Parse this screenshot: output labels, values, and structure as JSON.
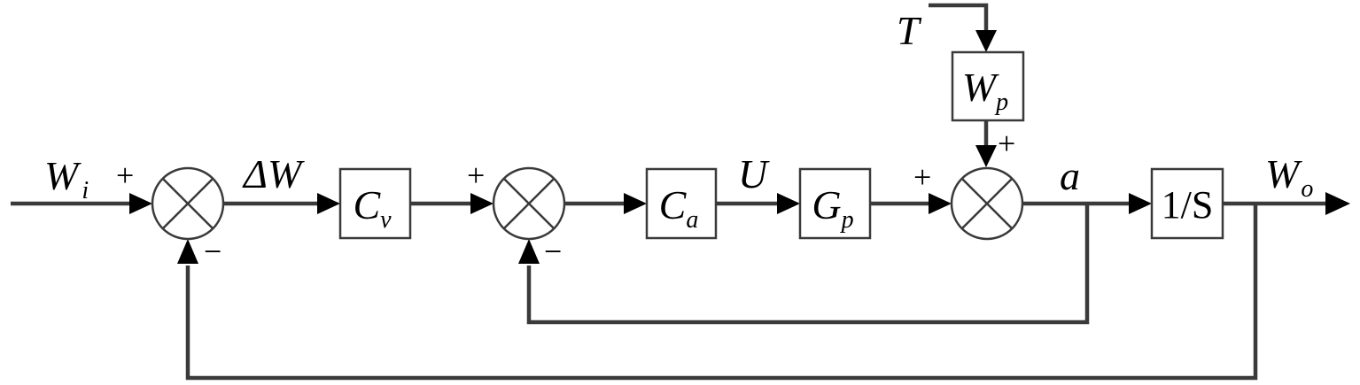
{
  "signals": {
    "input": {
      "main": "W",
      "sub": "i"
    },
    "error": {
      "main": "ΔW",
      "sub": ""
    },
    "control": {
      "main": "U",
      "sub": ""
    },
    "disturbance": {
      "main": "T",
      "sub": ""
    },
    "accel": {
      "main": "a",
      "sub": ""
    },
    "output": {
      "main": "W",
      "sub": "o"
    }
  },
  "blocks": {
    "speed_controller": {
      "main": "C",
      "sub": "v"
    },
    "accel_controller": {
      "main": "C",
      "sub": "a"
    },
    "plant": {
      "main": "G",
      "sub": "p"
    },
    "disturbance_tf": {
      "main": "W",
      "sub": "p"
    },
    "integrator": {
      "text": "1/S"
    }
  },
  "summers": {
    "sum1": {
      "plus": "+",
      "minus": "−"
    },
    "sum2": {
      "plus": "+",
      "minus": "−"
    },
    "sum3": {
      "plus_left": "+",
      "plus_top": "+"
    }
  },
  "colors": {
    "wire": "#3a3a3a",
    "arrow": "#000000",
    "text": "#000000"
  }
}
